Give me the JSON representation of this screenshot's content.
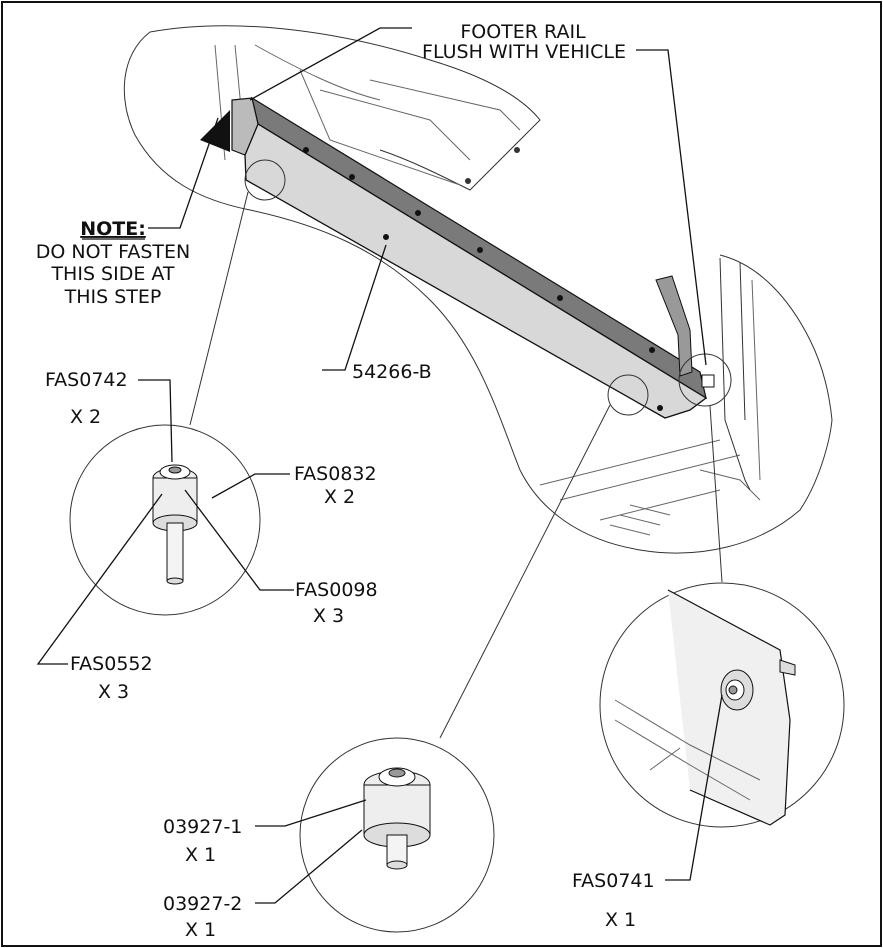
{
  "callouts": {
    "footer_rail_line1": "FOOTER RAIL",
    "footer_rail_line2": "FLUSH WITH VEHICLE",
    "note_heading": "NOTE:",
    "note_line1": "DO NOT FASTEN",
    "note_line2": "THIS SIDE AT",
    "note_line3": "THIS STEP",
    "rail_part": "54266-B"
  },
  "detail_left": {
    "fas0742": "FAS0742",
    "fas0742_qty": "X 2",
    "fas0832": "FAS0832",
    "fas0832_qty": "X 2",
    "fas0098": "FAS0098",
    "fas0098_qty": "X 3",
    "fas0552": "FAS0552",
    "fas0552_qty": "X 3"
  },
  "detail_bottom": {
    "p1": "03927-1",
    "p1_qty": "X 1",
    "p2": "03927-2",
    "p2_qty": "X 1"
  },
  "detail_right": {
    "fas0741": "FAS0741",
    "fas0741_qty": "X 1"
  }
}
